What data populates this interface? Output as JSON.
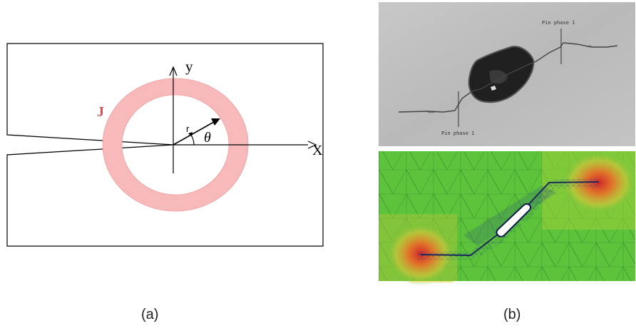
{
  "panel_a": {
    "integral_label": "J",
    "x_axis_label": "X",
    "y_axis_label": "y",
    "radius_label": "r",
    "angle_label": "θ",
    "caption": "(a)",
    "colors": {
      "ring": "#f7b9b9",
      "integral_label": "#e8474c",
      "lines": "#000000"
    }
  },
  "panel_b": {
    "micrograph": {
      "label_top": "Pin phase 1",
      "label_bottom": "Pin phase 1"
    },
    "mesh_icon": "fem-mesh-stress-field",
    "caption": "(b)",
    "colors": {
      "mesh_field": "#5cc33b",
      "stress_concentration": "#d02a2a",
      "crack": "#1a2a5a"
    }
  }
}
